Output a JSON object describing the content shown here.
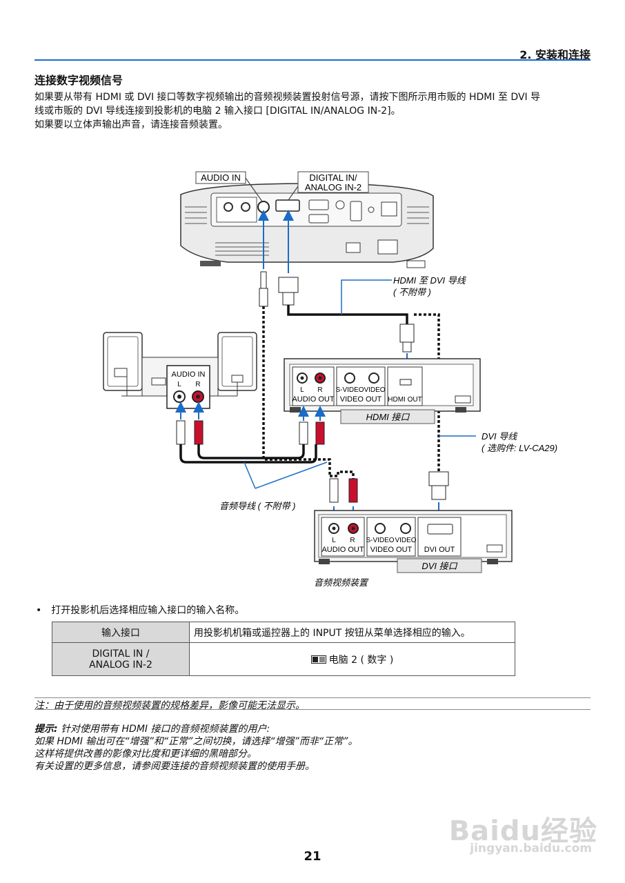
{
  "header": {
    "chapter": "2. 安装和连接"
  },
  "section_title": "连接数字视频信号",
  "intro": [
    "如果要从带有 HDMI 或 DVI 接口等数字视频输出的音频视频装置投射信号源，请按下图所示用市贩的 HDMI 至 DVI 导",
    "线或市贩的 DVI 导线连接到投影机的电脑 2 输入接口 [DIGITAL IN/ANALOG IN-2]。",
    "如果要以立体声输出声音，请连接音频装置。"
  ],
  "diagram": {
    "audio_in_callout": "AUDIO IN",
    "digital_in_callout_1": "DIGITAL IN/",
    "digital_in_callout_2": "ANALOG IN-2",
    "hdmi_dvi_cable_1": "HDMI 至 DVI 导线",
    "hdmi_dvi_cable_2": "( 不附带 )",
    "speaker_audio_in": "AUDIO IN",
    "l": "L",
    "r": "R",
    "audio_out": "AUDIO OUT",
    "s_video": "S-VIDEO",
    "video": "VIDEO",
    "video_out": "VIDEO OUT",
    "hdmi_out": "HDMI OUT",
    "hdmi_port": "HDMI 接口",
    "dvi_cable_1": "DVI 导线",
    "dvi_cable_2": "( 选购件: LV-CA29)",
    "audio_cable": "音频导线 ( 不附带 )",
    "dvi_out": "DVI OUT",
    "dvi_port": "DVI 接口",
    "av_device": "音频视频装置"
  },
  "bullet": "打开投影机后选择相应输入接口的输入名称。",
  "table": {
    "col1_header": "输入接口",
    "col2_header": "用投影机机箱或遥控器上的 INPUT 按钮从菜单选择相应的输入。",
    "row_label_1": "DIGITAL IN /",
    "row_label_2": "ANALOG IN-2",
    "row_value": "电脑 2 ( 数字 )",
    "icon": "computer-icon"
  },
  "note": "注：由于使用的音频视频装置的规格差异，影像可能无法显示。",
  "tip": {
    "label": "提示:",
    "lead": "针对使用带有 HDMI 接口的音频视频装置的用户:",
    "lines": [
      "如果 HDMI 输出可在“增强”和“正常”之间切换，请选择“增强”而非“正常”。",
      "这样将提供改善的影像对比度和更详细的黑暗部分。",
      "有关设置的更多信息，请参阅要连接的音频视频装置的使用手册。"
    ]
  },
  "page_number": "21",
  "watermark": {
    "logo": "Baidu经验",
    "url": "jingyan.baidu.com"
  },
  "colors": {
    "accent_blue": "#1a6cc7",
    "red_jack": "#c8102e",
    "table_label_bg": "#d9d9d9"
  }
}
